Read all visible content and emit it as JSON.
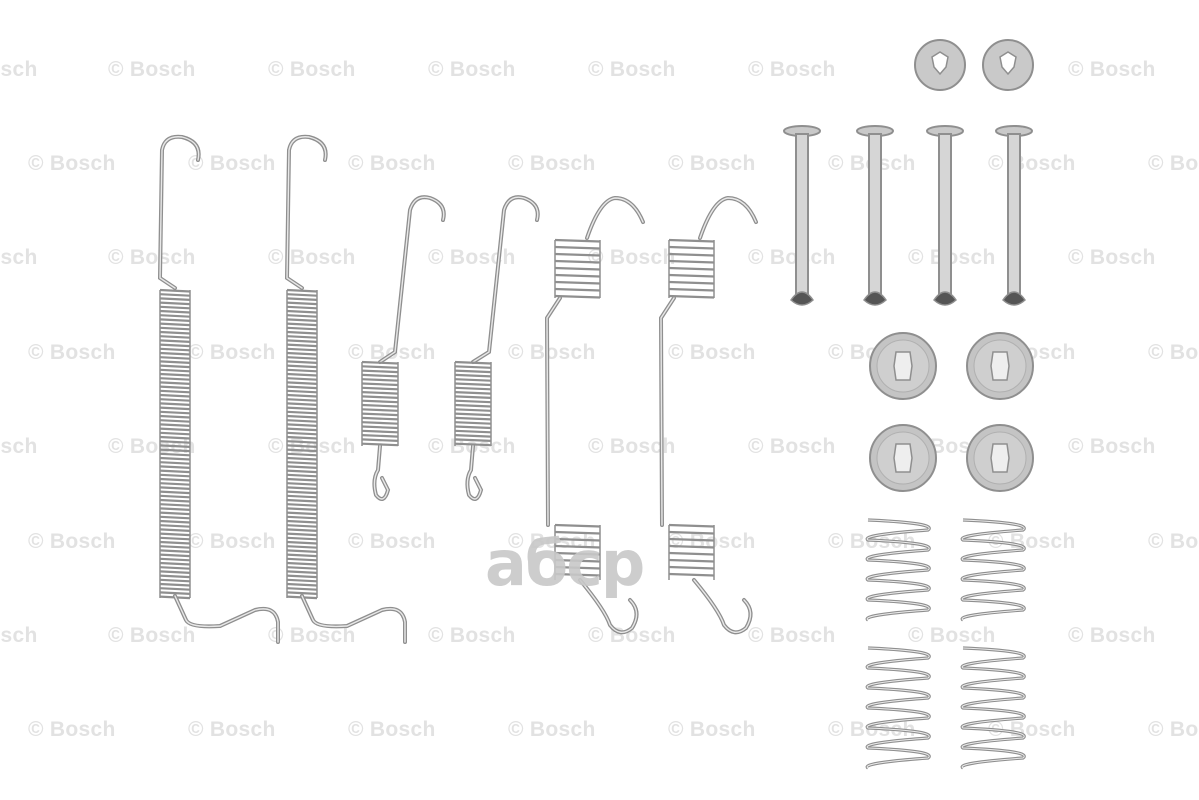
{
  "watermark": {
    "text": "© Bosch"
  },
  "overlay_logo": {
    "text": "aбсp"
  },
  "colors": {
    "metal": "#8f8f8f",
    "metal_fill": "#c9c9c9",
    "watermark": "#e2e2e2"
  },
  "parts": [
    "long-return-spring",
    "long-return-spring",
    "short-spring",
    "short-spring",
    "double-coil-spring",
    "double-coil-spring",
    "hold-down-pin",
    "hold-down-pin",
    "hold-down-pin",
    "hold-down-pin",
    "lock-washer",
    "lock-washer",
    "retainer-cup",
    "retainer-cup",
    "retainer-cup",
    "retainer-cup",
    "compression-spring",
    "compression-spring",
    "compression-spring",
    "compression-spring"
  ]
}
